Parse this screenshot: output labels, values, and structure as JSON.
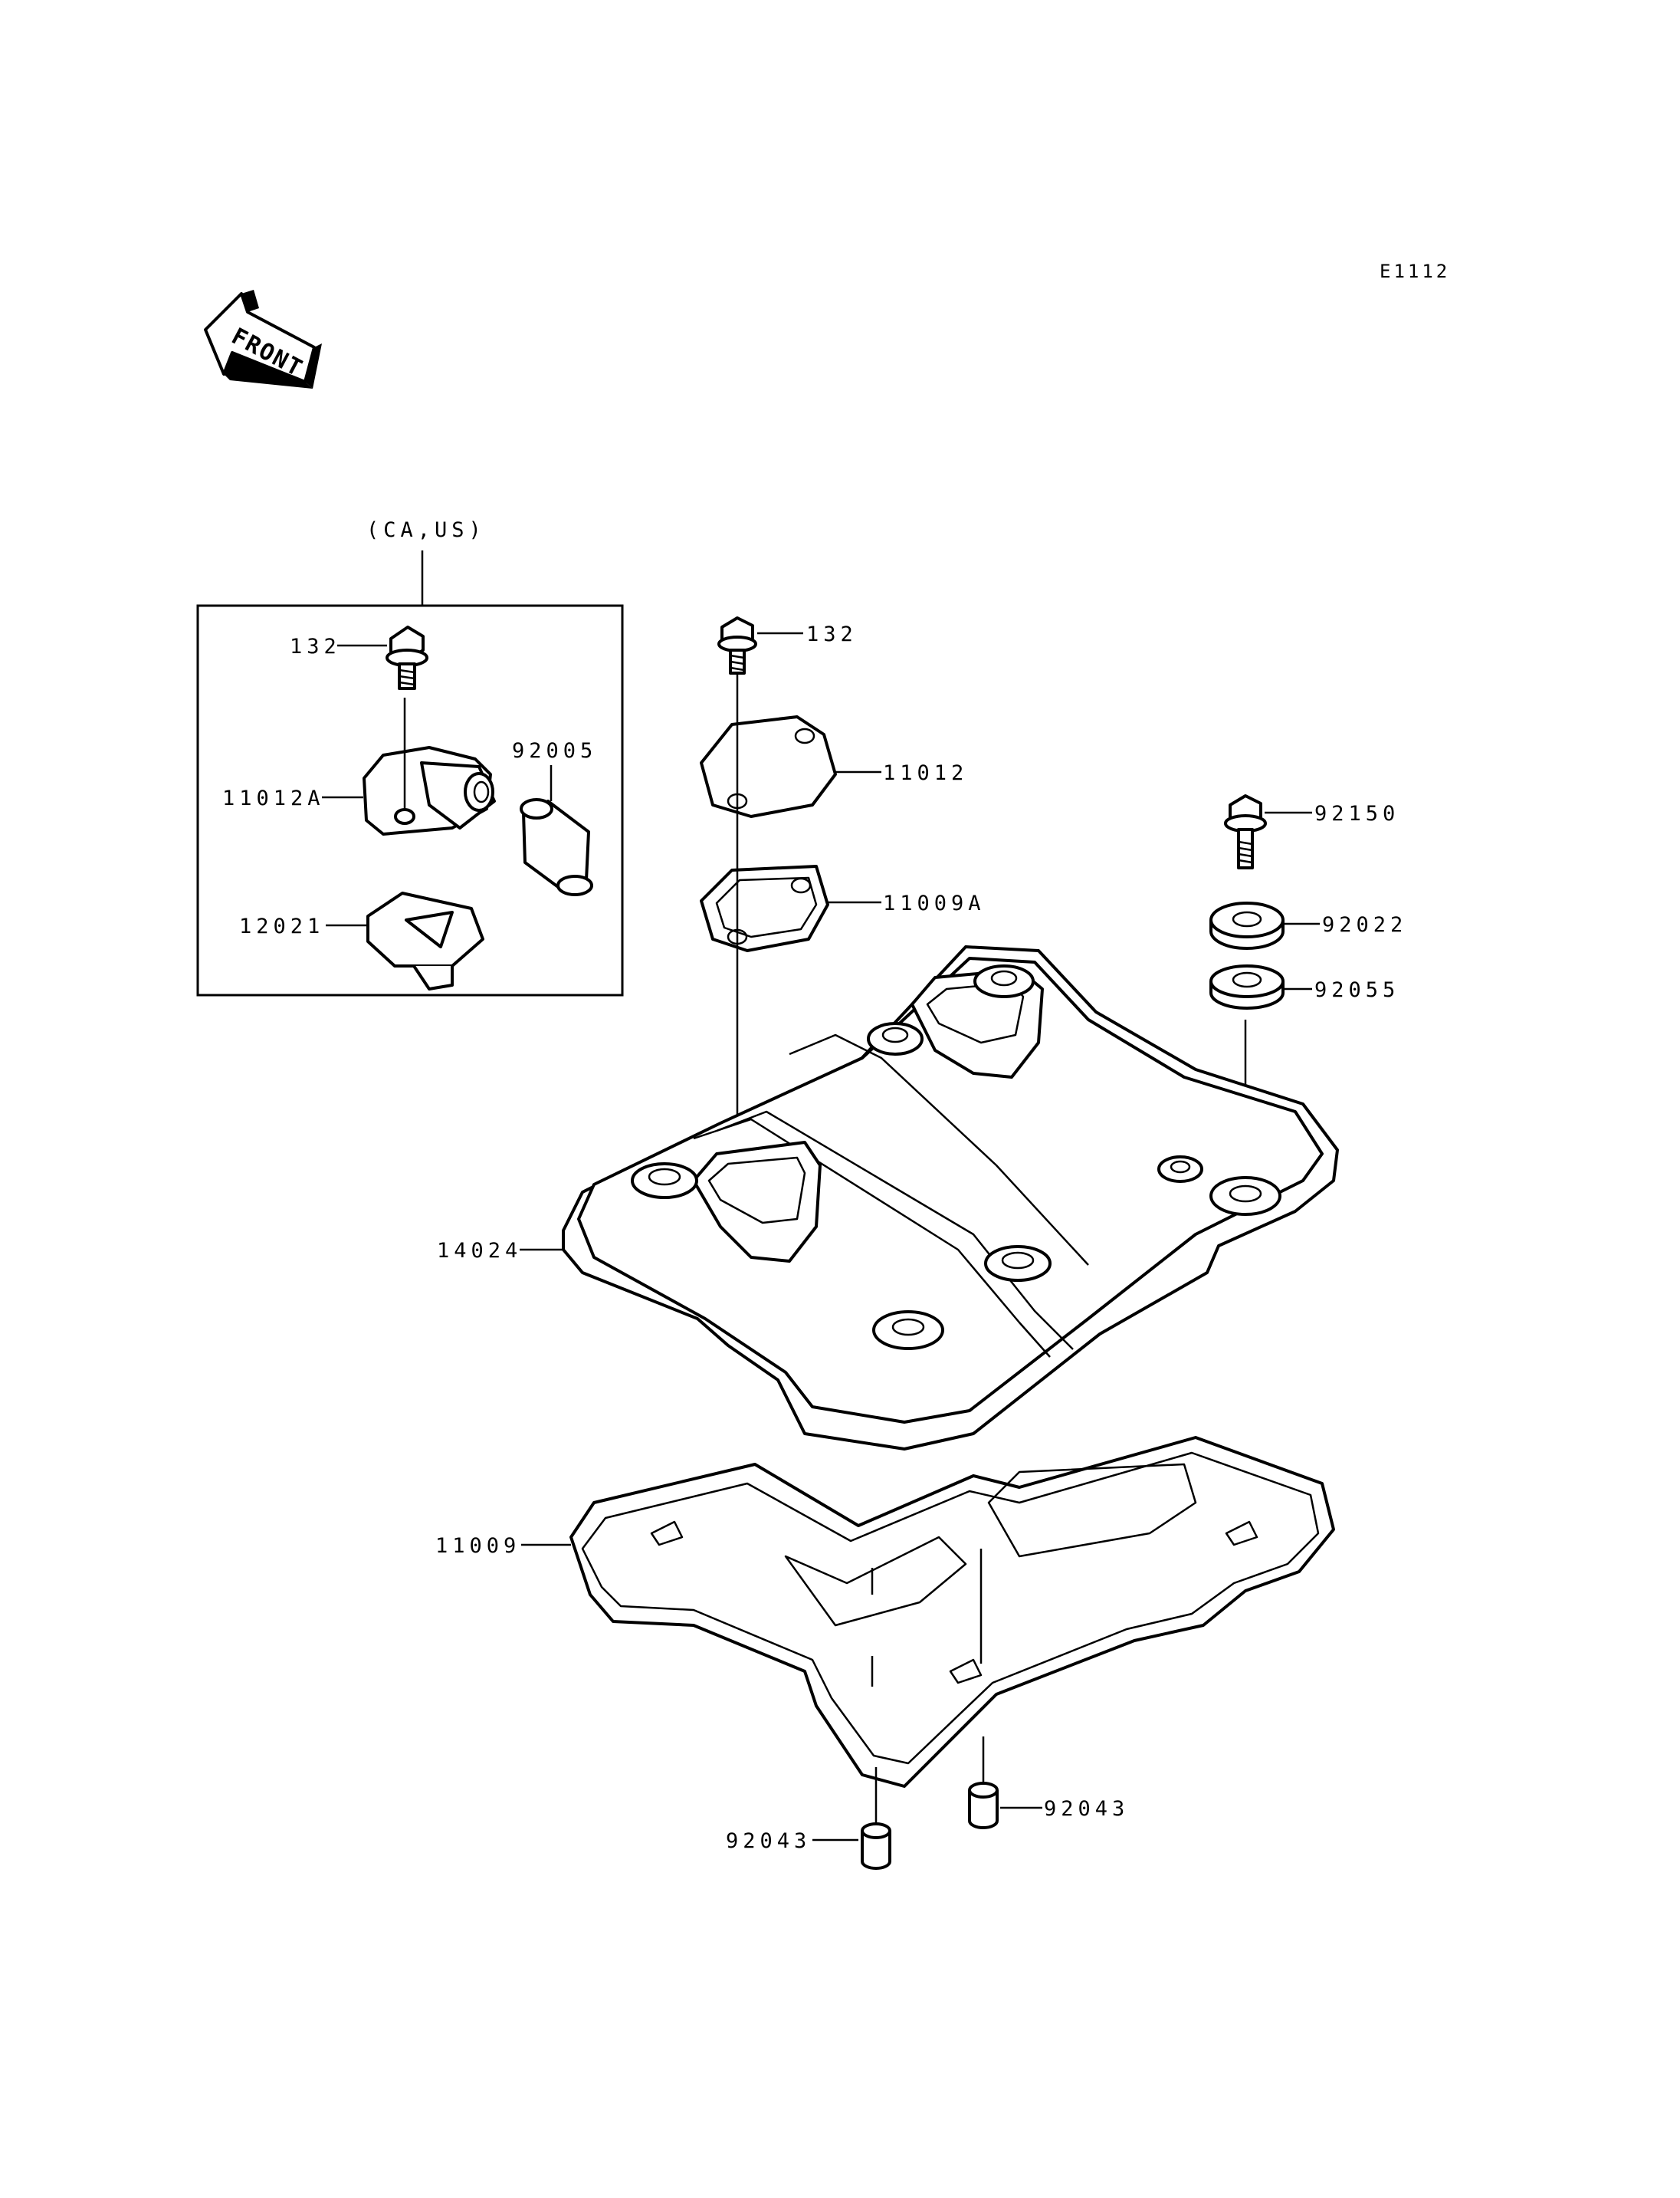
{
  "diagram": {
    "reference_code": "E1112",
    "front_label": "FRONT",
    "variant_box_label": "(CA,US)",
    "parts": {
      "bolt_in_box": "132",
      "cover_a": "11012A",
      "plug": "92005",
      "breather_plate": "12021",
      "bolt_top": "132",
      "cover": "11012",
      "gasket_a": "11009A",
      "bolt_right": "92150",
      "washer": "92022",
      "grommet": "92055",
      "head_cover": "14024",
      "gasket": "11009",
      "dowel_right": "92043",
      "dowel_left": "92043"
    }
  }
}
